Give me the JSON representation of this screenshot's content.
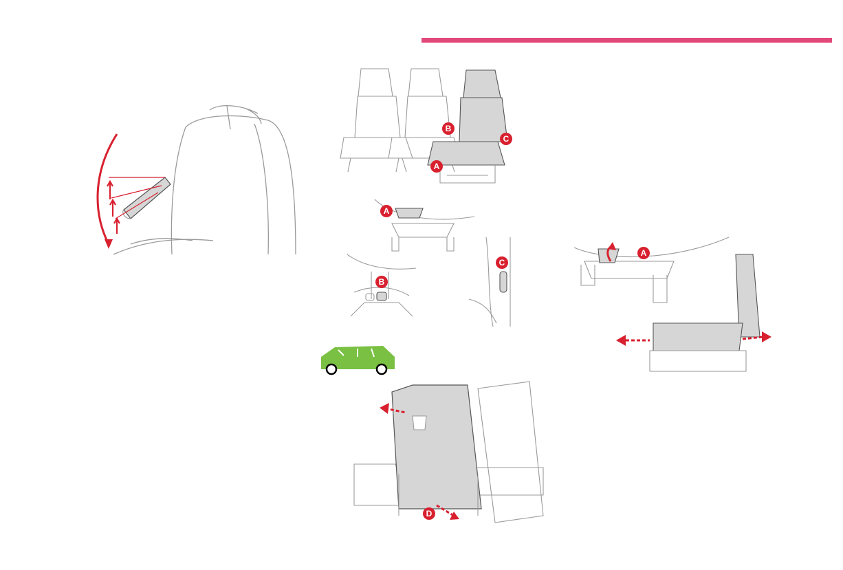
{
  "colors": {
    "accent_rule": "#e3487a",
    "callout": "#d8202f",
    "car_icon": "#79c043",
    "line_art": "#9a9a9a",
    "seat_fill": "#d6d6d6"
  },
  "callouts": {
    "A": "A",
    "B": "B",
    "C": "C",
    "D": "D"
  }
}
